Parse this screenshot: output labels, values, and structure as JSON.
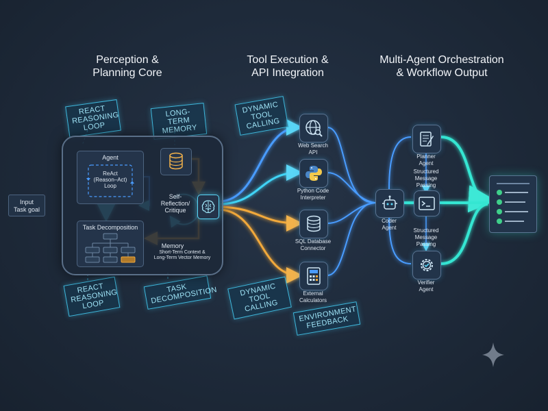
{
  "titles": {
    "perception": "Perception &\nPlanning Core",
    "tools": "Tool Execution &\nAPI Integration",
    "orchestration": "Multi-Agent Orchestration\n& Workflow Output"
  },
  "input": {
    "line1": "Input",
    "line2": "Task goal"
  },
  "tags": {
    "react_top": "REACT\nREASONING\nLOOP",
    "memory_top": "LONG-TERM\nMEMORY",
    "react_bottom": "REACT\nREASONING\nLOOP",
    "task_bottom": "TASK\nDECOMPOSITION",
    "dynamic_top": "DYNAMIC\nTOOL\nCALLING",
    "dynamic_bottom": "DYNAMIC\nTOOL CALLING",
    "env_feedback": "ENVIRONMENT\nFEEDBACK"
  },
  "core": {
    "agent_title": "Agent",
    "react_label": "ReAct\n(Reason–Act)\nLoop",
    "task_title": "Task Decomposition",
    "self_reflection": "Self-\nReflection/\nCritique",
    "memory_title": "Memory",
    "memory_sub": "Short-Term Context &\nLong-Term Vector Memory"
  },
  "tools": [
    {
      "label": "Web Search\nAPI",
      "icon": "globe-search-icon"
    },
    {
      "label": "Python Code\nInterpreter",
      "icon": "python-icon"
    },
    {
      "label": "SQL Database\nConnector",
      "icon": "database-icon"
    },
    {
      "label": "External\nCalculators",
      "icon": "calculator-icon"
    }
  ],
  "agents": {
    "coder": "Coder\nAgent",
    "planner": "Planner\nAgent",
    "verifier": "Verifier\nAgent",
    "passing_top": "Structured\nMessage\nPassing",
    "passing_bottom": "Structured\nMessage\nPassing"
  },
  "colors": {
    "cyan": "#3fd3f5",
    "orange": "#f2a93b",
    "blue": "#4a9cff",
    "teal": "#35e6d2"
  }
}
